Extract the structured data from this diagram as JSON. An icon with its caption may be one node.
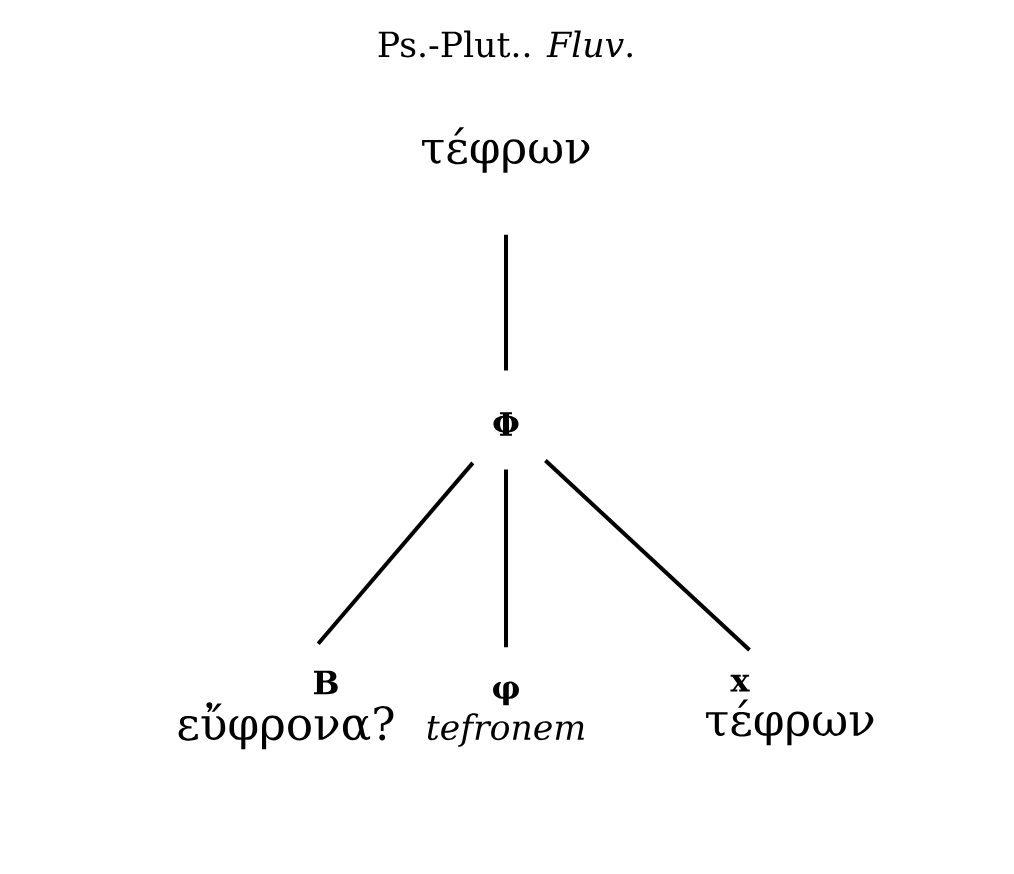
{
  "diagram": {
    "title": "Ps.-Plut.. *Fluv*.",
    "nodes": [
      {
        "text": [
          "τέφρων"
        ]
      },
      {
        "text": [
          "Φ"
        ]
      },
      {
        "text": [
          "B",
          "εὔφρονα?"
        ]
      },
      {
        "text": [
          "φ",
          "tefronem"
        ]
      },
      {
        "text": [
          "x",
          "τέφρων"
        ]
      }
    ],
    "edges": [
      {
        "from": 0,
        "to": 1,
        "arrow": "none"
      },
      {
        "from": 1,
        "to": 2,
        "arrow": "none"
      },
      {
        "from": 1,
        "to": 3,
        "arrow": "none"
      },
      {
        "from": 1,
        "to": 4,
        "arrow": "none"
      }
    ]
  }
}
